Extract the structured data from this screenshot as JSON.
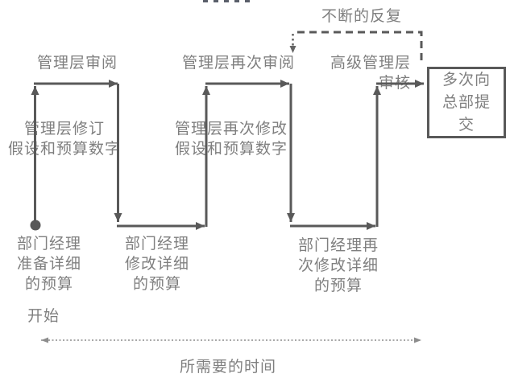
{
  "diagram": {
    "top_labels": {
      "feedback_loop": "不断的反复",
      "management_review_1": "管理层审阅",
      "management_review_2": "管理层再次审阅",
      "senior_management_review": "高级管理层\n审核"
    },
    "mid_labels": {
      "management_revise_1": "管理层修订\n假设和预算数字",
      "management_revise_2": "管理层再次修改\n假设和预算数字"
    },
    "bottom_labels": {
      "dept_manager_prepare": "部门经理\n准备详细\n的预算",
      "dept_manager_modify_1": "部门经理\n修改详细\n的预算",
      "dept_manager_modify_2": "部门经理再\n次修改详细\n的预算",
      "start": "开始"
    },
    "submit_box_label": "多次向\n总部提\n交",
    "time_axis_label": "所需要的时间",
    "colors": {
      "flow_line": "#595959",
      "text": "#7f7f7f",
      "timeline": "#8c8c8c"
    }
  }
}
